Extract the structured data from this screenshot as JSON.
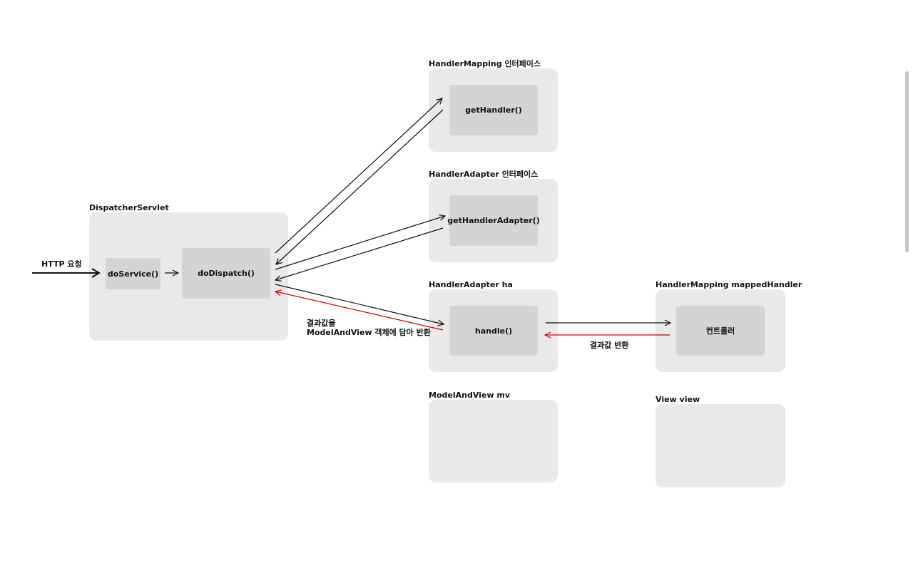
{
  "dispatcher": {
    "label": "DispatcherServlet",
    "do_service": "doService()",
    "do_dispatch": "doDispatch()"
  },
  "http_request": {
    "label": "HTTP 요청"
  },
  "handler_mapping_interface": {
    "label": "HandlerMapping 인터페이스",
    "method": "getHandler()"
  },
  "handler_adapter_interface": {
    "label": "HandlerAdapter 인터페이스",
    "method": "getHandlerAdapter()"
  },
  "handler_adapter_ha": {
    "label": "HandlerAdapter ha",
    "method": "handle()"
  },
  "mapped_handler": {
    "label": "HandlerMapping mappedHandler",
    "controller": "컨트롤러"
  },
  "model_and_view": {
    "label": "ModelAndView mv"
  },
  "view": {
    "label": "View view"
  },
  "annotations": {
    "result_to_mav_line1": "결과값을",
    "result_to_mav_line2": "ModelAndView 객체에 담아 반환",
    "result_return": "결과값 반환"
  },
  "colors": {
    "container": "#e9e9e9",
    "box": "#d4d4d4",
    "arrow_black": "#111111",
    "arrow_red": "#d40000"
  }
}
